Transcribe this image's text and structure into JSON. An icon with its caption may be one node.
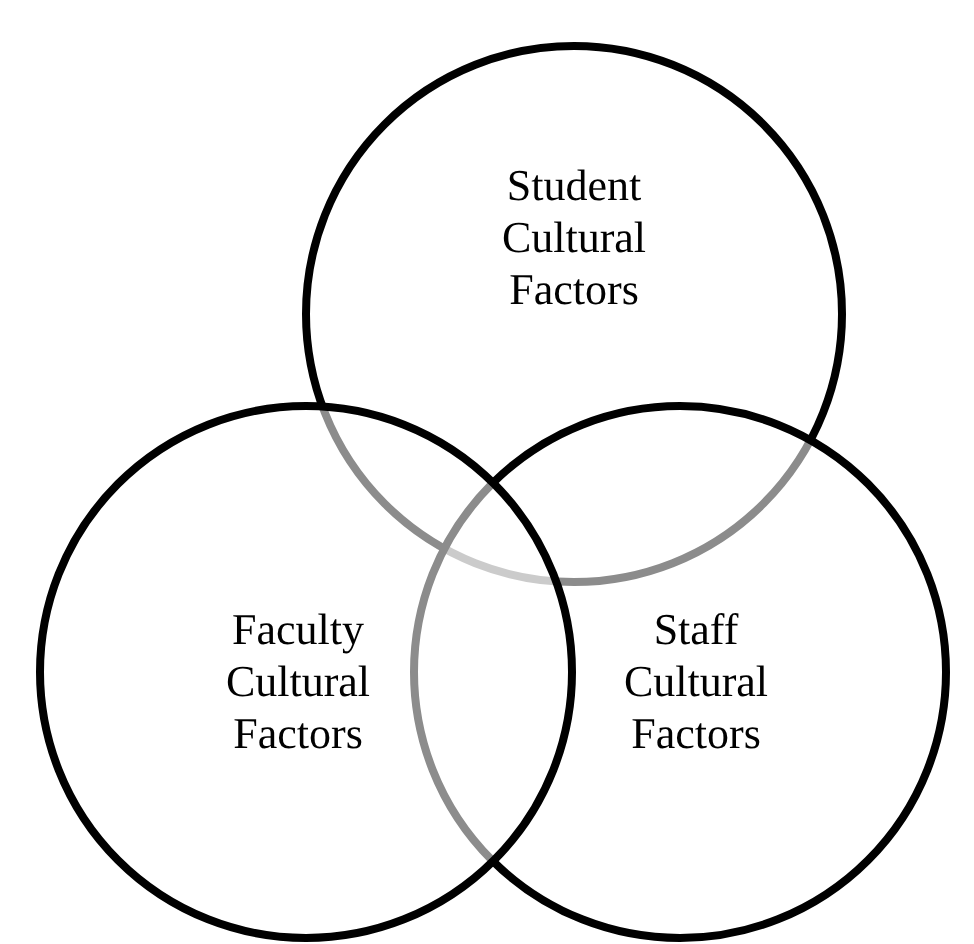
{
  "diagram": {
    "nodes": [
      {
        "text": [
          "Student Cultural Factors"
        ]
      },
      {
        "text": [
          "Faculty Cultural Factors"
        ]
      },
      {
        "text": [
          "Staff Cultural Factors"
        ]
      }
    ]
  }
}
